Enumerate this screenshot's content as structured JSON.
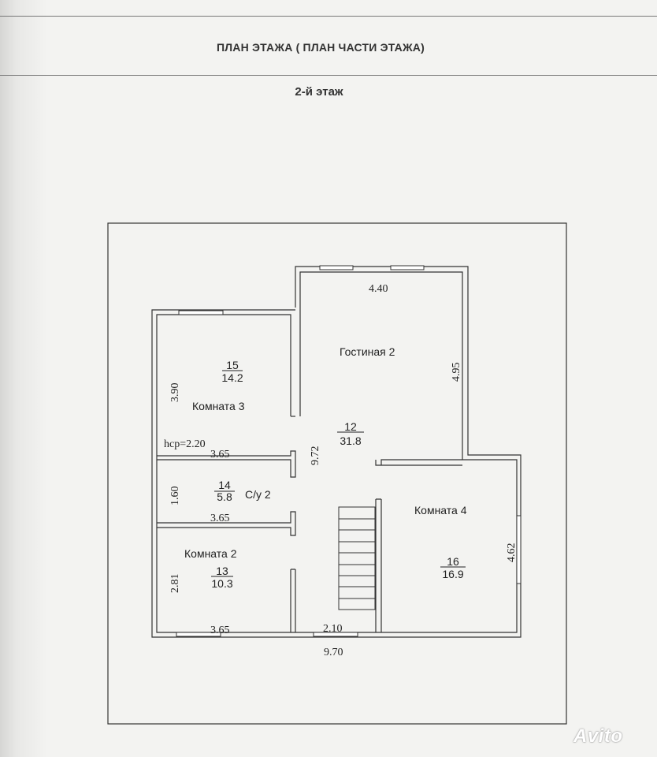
{
  "header": {
    "title": "ПЛАН ЭТАЖА ( ПЛАН ЧАСТИ ЭТАЖА)",
    "floor": "2-й этаж"
  },
  "rooms": [
    {
      "id": "gostinaya",
      "name": "Гостиная 2",
      "number": "12",
      "area": "31.8"
    },
    {
      "id": "komnata3",
      "name": "Комната 3",
      "number": "15",
      "area": "14.2"
    },
    {
      "id": "su2",
      "name": "С/у 2",
      "number": "14",
      "area": "5.8"
    },
    {
      "id": "komnata2",
      "name": "Комната 2",
      "number": "13",
      "area": "10.3"
    },
    {
      "id": "komnata4",
      "name": "Комната 4",
      "number": "16",
      "area": "16.9"
    }
  ],
  "dimensions": {
    "living_top": "4.40",
    "living_right": "4.95",
    "living_height": "9.72",
    "room3_height": "3.90",
    "room3_width": "3.65",
    "ceiling_height": "hср=2.20",
    "bath_height": "1.60",
    "bath_width": "3.65",
    "room2_height": "2.81",
    "room2_width": "3.65",
    "door_width": "2.10",
    "total_width": "9.70",
    "room4_height": "4.62"
  },
  "watermark": "Avito"
}
